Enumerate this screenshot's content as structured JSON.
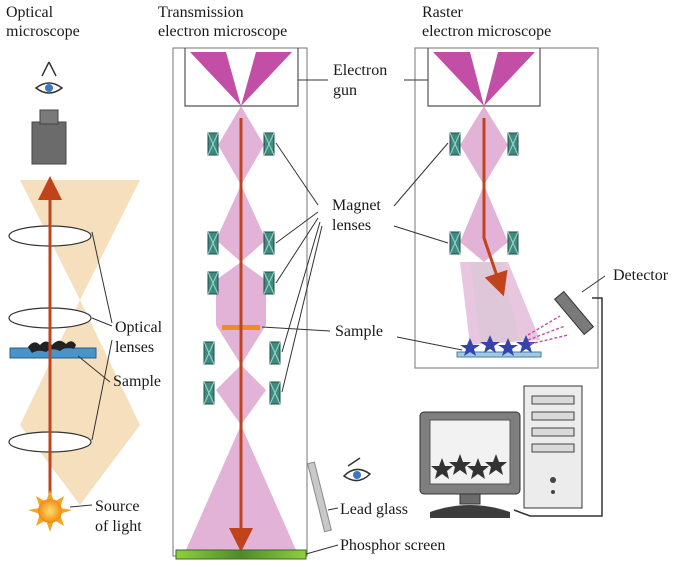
{
  "titles": {
    "optical_line1": "Optical",
    "optical_line2": "microscope",
    "transmission_line1": "Transmission",
    "transmission_line2": "electron microscope",
    "raster_line1": "Raster",
    "raster_line2": "electron microscope"
  },
  "labels": {
    "electron_gun_line1": "Electron",
    "electron_gun_line2": "gun",
    "magnet_lenses_line1": "Magnet",
    "magnet_lenses_line2": "lenses",
    "detector": "Detector",
    "sample_center": "Sample",
    "optical_lenses_line1": "Optical",
    "optical_lenses_line2": "lenses",
    "sample_left": "Sample",
    "source_line1": "Source",
    "source_line2": "of light",
    "lead_glass": "Lead glass",
    "phosphor_screen": "Phosphor screen"
  },
  "colors": {
    "beam_pink": "#e2b3d6",
    "gun_magenta": "#c24ea6",
    "arrow_red": "#c0431c",
    "light_cone": "#f6ddb8",
    "coil_teal": "#3d8a80",
    "sample_blue": "#3344aa",
    "phosphor_green": "#82c43a",
    "frame_gray": "#8c8c8c"
  }
}
